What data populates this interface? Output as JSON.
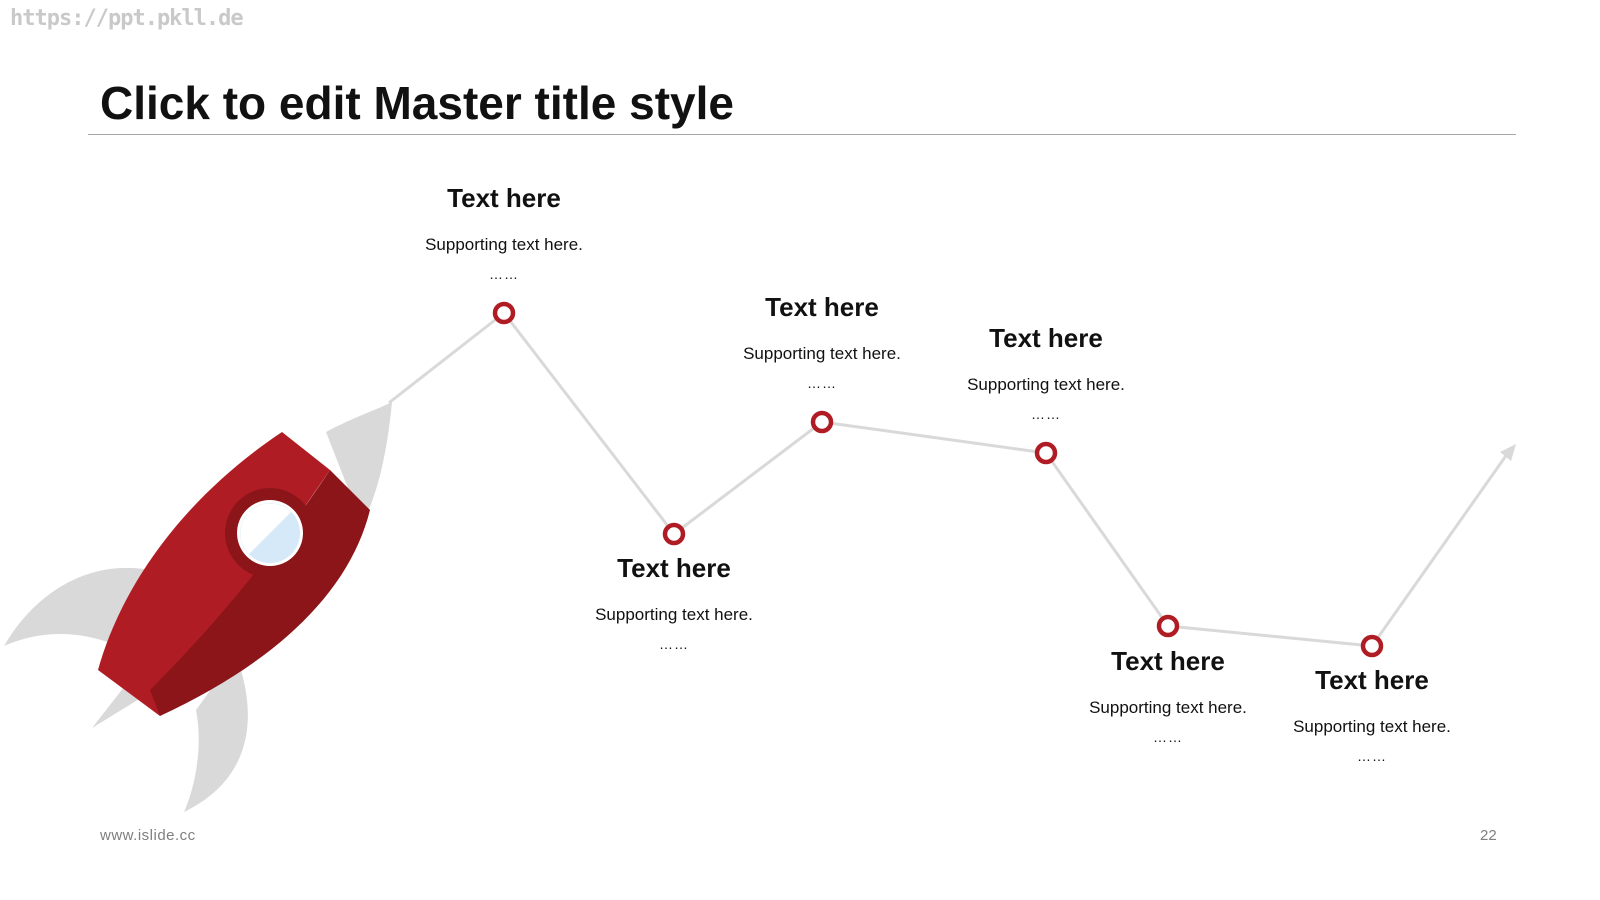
{
  "watermark": "https://ppt.pkll.de",
  "slide": {
    "title": "Click to edit Master title style",
    "footer_url": "www.islide.cc",
    "page_number": "22"
  },
  "colors": {
    "accent_red": "#b01c24",
    "dark_red": "#8b1519",
    "line_gray": "#d9d9d9",
    "fin_gray": "#d9d9d9",
    "window_blue": "#d6e9f8"
  },
  "icons": [
    "rocket-icon",
    "arrow-head-icon"
  ],
  "nodes": [
    {
      "heading": "Text here",
      "support": "Supporting text here.",
      "dots": "……"
    },
    {
      "heading": "Text here",
      "support": "Supporting text here.",
      "dots": "……"
    },
    {
      "heading": "Text here",
      "support": "Supporting text here.",
      "dots": "……"
    },
    {
      "heading": "Text here",
      "support": "Supporting text here.",
      "dots": "……"
    },
    {
      "heading": "Text here",
      "support": "Supporting text here.",
      "dots": "……"
    },
    {
      "heading": "Text here",
      "support": "Supporting text here.",
      "dots": "……"
    }
  ]
}
